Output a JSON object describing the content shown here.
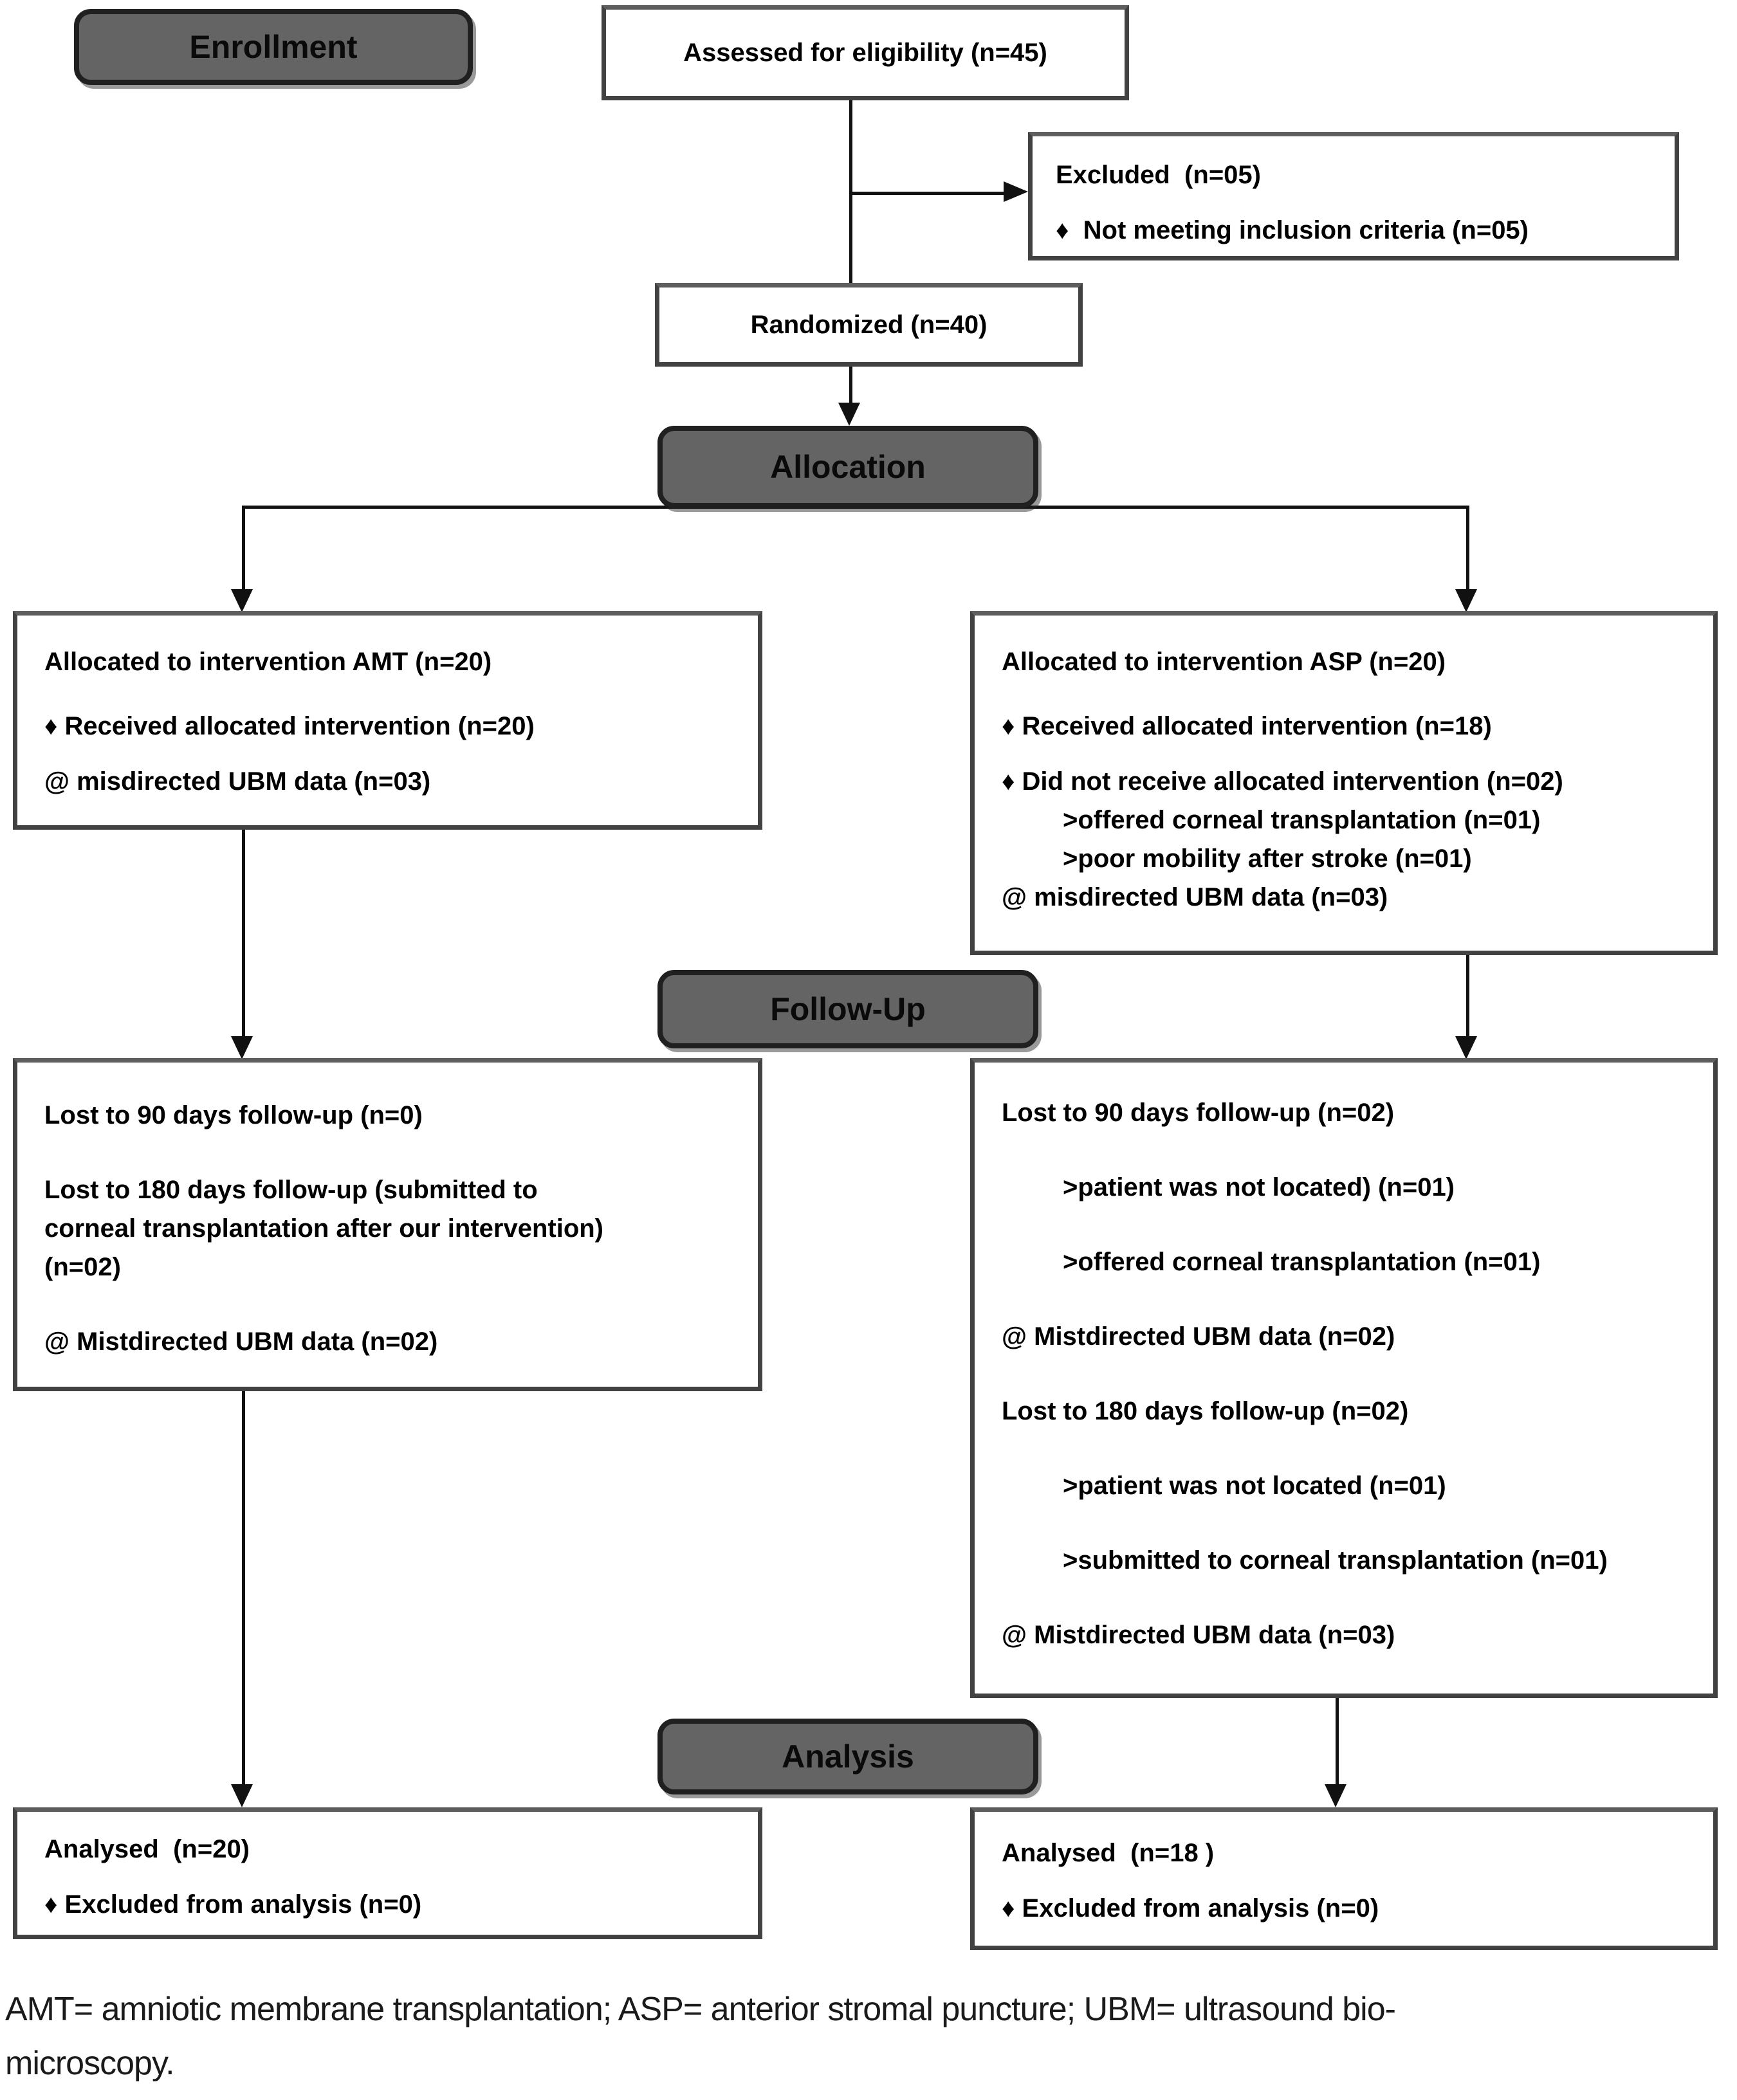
{
  "stages": {
    "enrollment": "Enrollment",
    "allocation": "Allocation",
    "followup": "Follow-Up",
    "analysis": "Analysis"
  },
  "boxes": {
    "assessed": {
      "lines": [
        "Assessed for eligibility (n=45)"
      ]
    },
    "excluded": {
      "lines": [
        "Excluded  (n=05)",
        "♦  Not meeting inclusion criteria (n=05)"
      ]
    },
    "randomized": {
      "lines": [
        "Randomized (n=40)"
      ]
    },
    "alloc_amt": {
      "lines": [
        "Allocated to intervention AMT (n=20)",
        "♦ Received allocated intervention (n=20)",
        "@ misdirected UBM data (n=03)"
      ]
    },
    "alloc_asp": {
      "lines": [
        "Allocated to intervention ASP (n=20)",
        "♦ Received allocated intervention (n=18)",
        "♦ Did not receive allocated intervention (n=02)",
        ">offered corneal transplantation (n=01)",
        ">poor mobility after stroke (n=01)",
        "@ misdirected UBM data (n=03)"
      ]
    },
    "followup_amt": {
      "lines": [
        "Lost to 90 days follow-up (n=0)",
        "Lost to 180 days follow-up (submitted to\ncorneal transplantation after our intervention)\n(n=02)",
        "@ Mistdirected UBM data (n=02)"
      ]
    },
    "followup_asp": {
      "lines": [
        "Lost to 90 days follow-up (n=02)",
        ">patient was not located) (n=01)",
        ">offered corneal transplantation (n=01)",
        "@ Mistdirected UBM data (n=02)",
        "Lost to 180 days follow-up (n=02)",
        ">patient was not located (n=01)",
        ">submitted to corneal transplantation (n=01)",
        "@ Mistdirected UBM data (n=03)"
      ]
    },
    "analysis_amt": {
      "lines": [
        "Analysed  (n=20)",
        "♦ Excluded from analysis (n=0)"
      ]
    },
    "analysis_asp": {
      "lines": [
        "Analysed  (n=18 )",
        "♦ Excluded from analysis (n=0)"
      ]
    }
  },
  "caption": {
    "line1": "AMT= amniotic membrane transplantation; ASP= anterior stromal puncture; UBM= ultrasound bio-",
    "line2": "microscopy."
  },
  "colors": {
    "banner_fill": "#646464",
    "banner_border": "#202020",
    "box_border": "#424242",
    "connector": "#111111",
    "background": "#ffffff"
  }
}
